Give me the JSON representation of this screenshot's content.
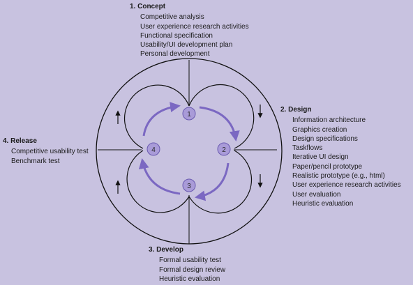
{
  "colors": {
    "background": "#c8c2e0",
    "circle_stroke": "#111111",
    "arrow_purple": "#7b68c2",
    "node_fill": "#a99bd8",
    "node_stroke": "#6a5ab0"
  },
  "phases": {
    "concept": {
      "title": "1. Concept",
      "items": [
        "Competitive analysis",
        "User experience research activities",
        "Functional specification",
        "Usability/UI development plan",
        "Personal development"
      ]
    },
    "design": {
      "title": "2. Design",
      "items": [
        "Information architecture",
        "Graphics creation",
        "Design specifications",
        "Taskflows",
        "Iterative UI design",
        "Paper/pencil prototype",
        "Realistic prototype (e.g., html)",
        "User experience research activities",
        "User evaluation",
        "Heuristic evaluation"
      ]
    },
    "develop": {
      "title": "3. Develop",
      "items": [
        "Formal usability test",
        "Formal design review",
        "Heuristic evaluation"
      ]
    },
    "release": {
      "title": "4. Release",
      "items": [
        "Competitive usability test",
        "Benchmark test"
      ]
    }
  },
  "nodes": [
    "1",
    "2",
    "3",
    "4"
  ]
}
